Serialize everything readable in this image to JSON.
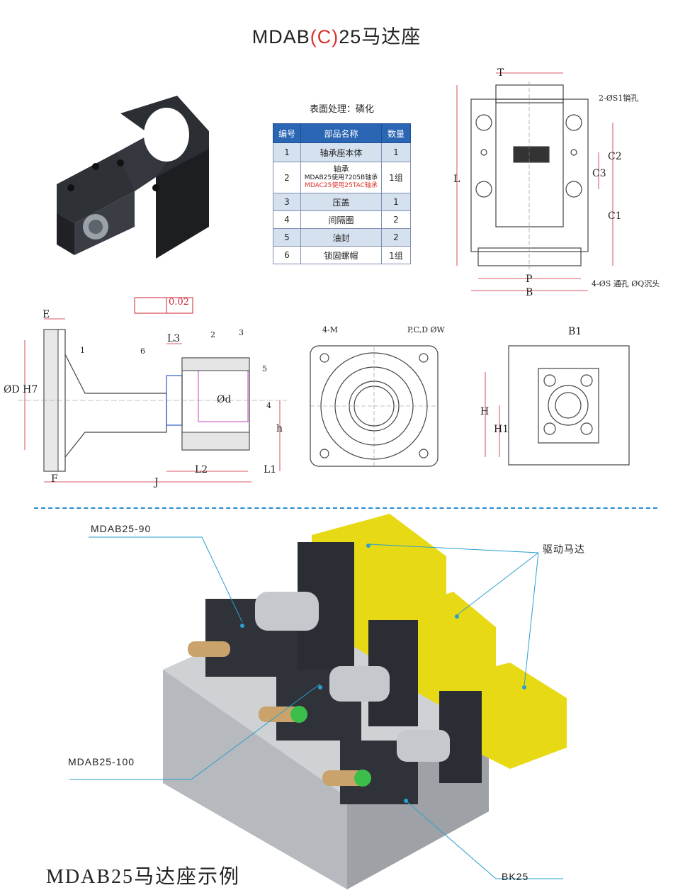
{
  "title": {
    "prefix": "MDAB",
    "paren_open": "(",
    "variant": "C",
    "paren_close": ")",
    "suffix": "25马达座"
  },
  "surface_treatment": "表面处理：磷化",
  "parts_table": {
    "headers": [
      "编号",
      "部品名称",
      "数量"
    ],
    "rows": [
      {
        "no": "1",
        "name": "轴承座本体",
        "qty": "1"
      },
      {
        "no": "2",
        "name": "轴承",
        "note1": "MDAB25使用7205B轴承",
        "note2": "MDAC25使用25TAC轴承",
        "qty": "1组"
      },
      {
        "no": "3",
        "name": "压盖",
        "qty": "1"
      },
      {
        "no": "4",
        "name": "间隔圈",
        "qty": "2"
      },
      {
        "no": "5",
        "name": "油封",
        "qty": "2"
      },
      {
        "no": "6",
        "name": "锁固螺帽",
        "qty": "1组"
      }
    ]
  },
  "top_view": {
    "T": "T",
    "holes": "2-ØS1销孔",
    "L": "L",
    "C2": "C2",
    "C3": "C3",
    "C1": "C1",
    "P": "P",
    "B": "B",
    "through": "4-ØS 通孔 ØQ沉头"
  },
  "section_view": {
    "E": "E",
    "flatness": "0.02",
    "L3": "L3",
    "D": "ØD H7",
    "d": "Ød",
    "h": "h",
    "F": "F",
    "J": "J",
    "L2": "L2",
    "L1": "L1",
    "n1": "1",
    "n2": "2",
    "n3": "3",
    "n4": "4",
    "n5": "5",
    "n6": "6"
  },
  "flange_view": {
    "M": "4-M",
    "PCD": "P,C,D ØW"
  },
  "end_view": {
    "B1": "B1",
    "H": "H",
    "H1": "H1"
  },
  "example": {
    "label_90": "MDAB25-90",
    "label_100": "MDAB25-100",
    "motor": "驱动马达",
    "bk": "BK25",
    "bottom_title": "MDAB25马达座示例"
  },
  "colors": {
    "accent": "#d9332c",
    "table_header": "#2a66b3",
    "leader": "#2a9fd0",
    "motor_yellow": "#e8d915"
  }
}
